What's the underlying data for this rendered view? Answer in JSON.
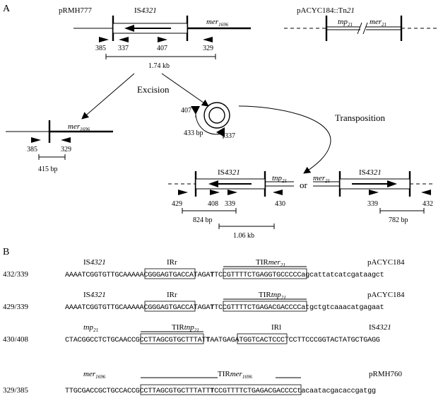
{
  "panel_a": {
    "label": "A",
    "plasmid_left": "pRMH777",
    "plasmid_right_prefix": "pACYC184::Tn",
    "plasmid_right_suffix": "21",
    "is_prefix": "IS",
    "is_num": "4321",
    "mer_base": "mer",
    "mer_sub1696": "1696",
    "mer_sub21": "21",
    "tnp_base": "tnp",
    "tnp_sub": "21",
    "primers": [
      "385",
      "337",
      "407",
      "329",
      "429",
      "408",
      "339",
      "430",
      "432"
    ],
    "sizes": {
      "s174": "1.74 kb",
      "s415": "415 bp",
      "s433": "433 bp",
      "s824": "824 bp",
      "s106": "1.06 kb",
      "s782": "782 bp"
    },
    "excision": "Excision",
    "transposition": "Transposition",
    "or": "or"
  },
  "panel_b": {
    "label": "B",
    "rows": [
      {
        "id": "432/339",
        "heads": {
          "is": "IS",
          "isnum": "4321",
          "ir": "IRr",
          "tir": "TIR",
          "tirsub_base": "mer",
          "tirsub": "21",
          "right": "pACYC184"
        },
        "seq_pre": "AAAATCGGTGTTGCAAAAAC",
        "seq_box1": "GGGAGTGACCATA",
        "seq_mid": "GA",
        "seq_bold": "T",
        "seq_box2": "TCCGTTTTCTGAGGTGCCCCC",
        "seq_post": "agcattatcatcgataagct"
      },
      {
        "id": "429/339",
        "heads": {
          "is": "IS",
          "isnum": "4321",
          "ir": "IRr",
          "tir": "TIR",
          "tirsub_base": "tnp",
          "tirsub": "21",
          "right": "pACYC184"
        },
        "seq_pre": "AAAATCGGTGTTGCAAAAAC",
        "seq_box1": "GGGAGTGACCATA",
        "seq_mid": "GA",
        "seq_bold": "T",
        "seq_box2": "TCCGTTTTCTGAGACGACCCC",
        "seq_post": "atgctgtcaaacatgagaat"
      },
      {
        "id": "430/408",
        "heads": {
          "left_base": "tnp",
          "left_sub": "21",
          "tir": "TIR",
          "tirsub_base": "tnp",
          "tirsub": "21",
          "irl": "IRl",
          "is": "IS",
          "isnum": "4321"
        },
        "seq_pre": "CTACGGCCTCTGCAACCGC",
        "seq_box1": "CTTAGCGTGCTTTAT",
        "seq_bold": "T",
        "seq_mid": "AATGAG",
        "seq_box2": "ATGGTCACTCCC",
        "seq_post": "TCCTTCCCGGTACTATGCTGAGG"
      },
      {
        "id": "329/385",
        "heads": {
          "left_base": "mer",
          "left_sub": "1696",
          "tir": "TIR",
          "tirsub_base": "mer",
          "tirsub": "1696",
          "right": "pRMH760"
        },
        "seq_pre": "TTGCGACCGCTGCCACCGC",
        "seq_box1a": "CTTAGCGTGCTTTATT",
        "seq_bold": "T",
        "seq_box1b": "CCGTTTTCTGAGACGACCCC",
        "seq_post": "tacaatacgacaccgatgg"
      }
    ]
  }
}
